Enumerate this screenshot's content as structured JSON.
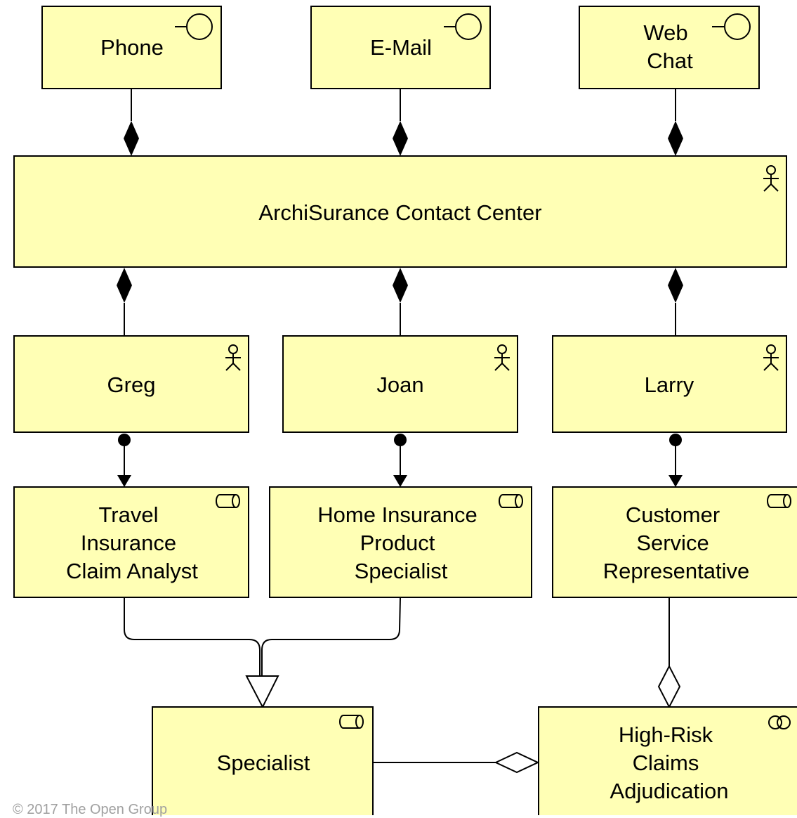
{
  "diagram": {
    "interfaces": {
      "phone": "Phone",
      "email": "E-Mail",
      "web_chat": [
        "Web",
        "Chat"
      ]
    },
    "collaboration": "ArchiSurance Contact Center",
    "actors": {
      "greg": "Greg",
      "joan": "Joan",
      "larry": "Larry"
    },
    "roles": {
      "travel": [
        "Travel",
        "Insurance",
        "Claim Analyst"
      ],
      "home": [
        "Home Insurance",
        "Product",
        "Specialist"
      ],
      "csr": [
        "Customer",
        "Service",
        "Representative"
      ],
      "specialist": "Specialist"
    },
    "collaboration_role": [
      "High-Risk",
      "Claims",
      "Adjudication"
    ],
    "icons": {
      "interface": "interface-icon",
      "actor": "actor-icon",
      "role": "role-icon",
      "collaboration": "collaboration-icon"
    },
    "colors": {
      "business_fill": "#ffffb5",
      "stroke": "#000000"
    }
  },
  "copyright": "© 2017 The Open Group"
}
